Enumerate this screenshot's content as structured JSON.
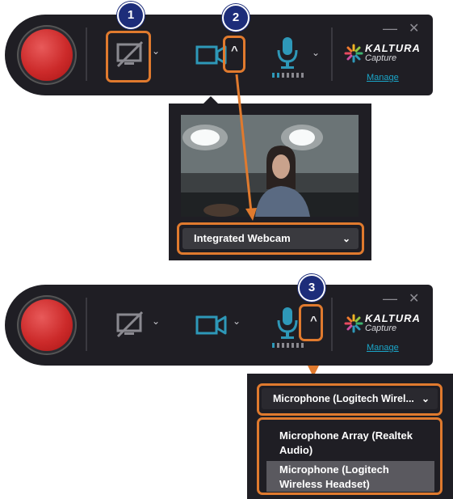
{
  "colors": {
    "bar_bg": "#1f1e24",
    "accent_orange": "#e07a2e",
    "badge_blue": "#1d2d7a",
    "camera_teal": "#2e98b8",
    "manage_link": "#1aa5c8",
    "record_red": "#cc2a2a"
  },
  "badges": [
    "1",
    "2",
    "3"
  ],
  "toolbar": {
    "brand": "KALTURA",
    "brand_sub": "Capture",
    "manage_label": "Manage",
    "minimize_glyph": "—",
    "close_glyph": "✕",
    "caret_down": "⌄",
    "caret_up": "^"
  },
  "icons": {
    "record": "record-button",
    "screen": "screen-disabled-icon",
    "camera": "camera-icon",
    "microphone": "microphone-icon",
    "logo": "kaltura-logo-icon"
  },
  "camera_panel": {
    "selected_device": "Integrated Webcam"
  },
  "mic_panel": {
    "selected_device": "Microphone (Logitech Wirel...",
    "options": [
      {
        "line1": "Microphone Array (Realtek",
        "line2": "Audio)",
        "selected": false
      },
      {
        "line1": "Microphone (Logitech",
        "line2": "Wireless Headset)",
        "selected": true
      }
    ]
  }
}
